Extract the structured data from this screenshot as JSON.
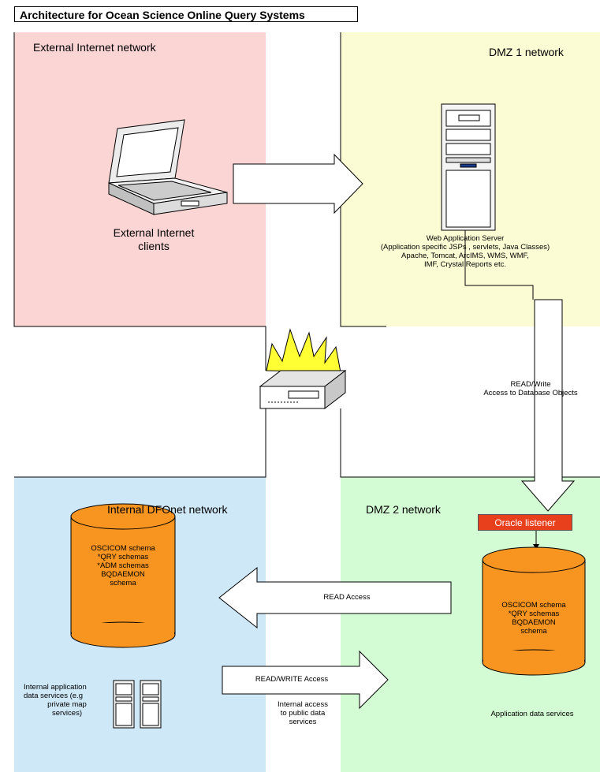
{
  "title": "Architecture for Ocean Science Online Query Systems",
  "zones": {
    "external": "External Internet network",
    "dmz1": "DMZ 1 network",
    "internal": "Internal DFOnet network",
    "dmz2": "DMZ 2 network"
  },
  "labels": {
    "external_clients_1": "External Internet",
    "external_clients_2": "clients",
    "web_server_1": "Web Application Server",
    "web_server_2": "(Application specific JSPs , servlets, Java Classes)",
    "web_server_3": "Apache, Tomcat, ArcIMS, WMS, WMF,",
    "web_server_4": "IMF, Crystal Reports etc.",
    "rw_access_1": "READ/Write",
    "rw_access_2": "Access to Database Objects",
    "oracle_listener": "Oracle listener",
    "read_access": "READ Access",
    "readwrite_access": "READ/WRITE Access",
    "internal_access_1": "Internal access",
    "internal_access_2": "to public data",
    "internal_access_3": "services",
    "internal_db_1": "OSCICOM schema",
    "internal_db_2": "*QRY schemas",
    "internal_db_3": "*ADM schemas",
    "internal_db_4": "BQDAEMON",
    "internal_db_5": "schema",
    "dmz2_db_1": "OSCICOM schema",
    "dmz2_db_2": "*QRY schemas",
    "dmz2_db_3": "BQDAEMON",
    "dmz2_db_4": "schema",
    "internal_services_1": "Internal application",
    "internal_services_2": "data services (e.g",
    "internal_services_3": "private map",
    "internal_services_4": "services)",
    "app_services": "Application data services"
  },
  "colors": {
    "external_zone": "#fbd4d4",
    "dmz1_zone": "#fcfcd4",
    "internal_zone": "#cfe8f8",
    "dmz2_zone": "#d4fcd4",
    "database": "#f89420",
    "oracle_listener": "#e8401c",
    "firewall_flame": "#ffff33"
  }
}
